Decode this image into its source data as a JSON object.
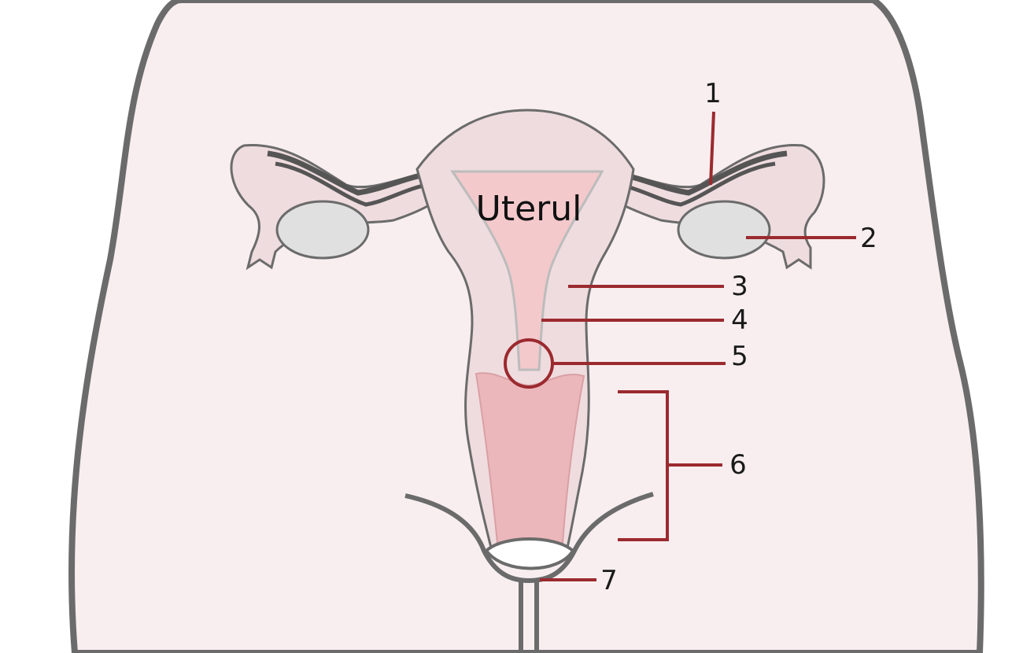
{
  "diagram": {
    "title": "Uterul",
    "callouts": [
      {
        "id": "1",
        "label": "1"
      },
      {
        "id": "2",
        "label": "2"
      },
      {
        "id": "3",
        "label": "3"
      },
      {
        "id": "4",
        "label": "4"
      },
      {
        "id": "5",
        "label": "5"
      },
      {
        "id": "6",
        "label": "6"
      },
      {
        "id": "7",
        "label": "7"
      }
    ]
  },
  "colors": {
    "skin": "#f8eef0",
    "outline": "#6b6b6b",
    "uterus_wall": "#efdcdf",
    "uterus_cavity": "#f3c9cc",
    "vagina": "#ebb7bb",
    "ovary": "#e0e0e0",
    "callout_line": "#9b2a2f"
  }
}
